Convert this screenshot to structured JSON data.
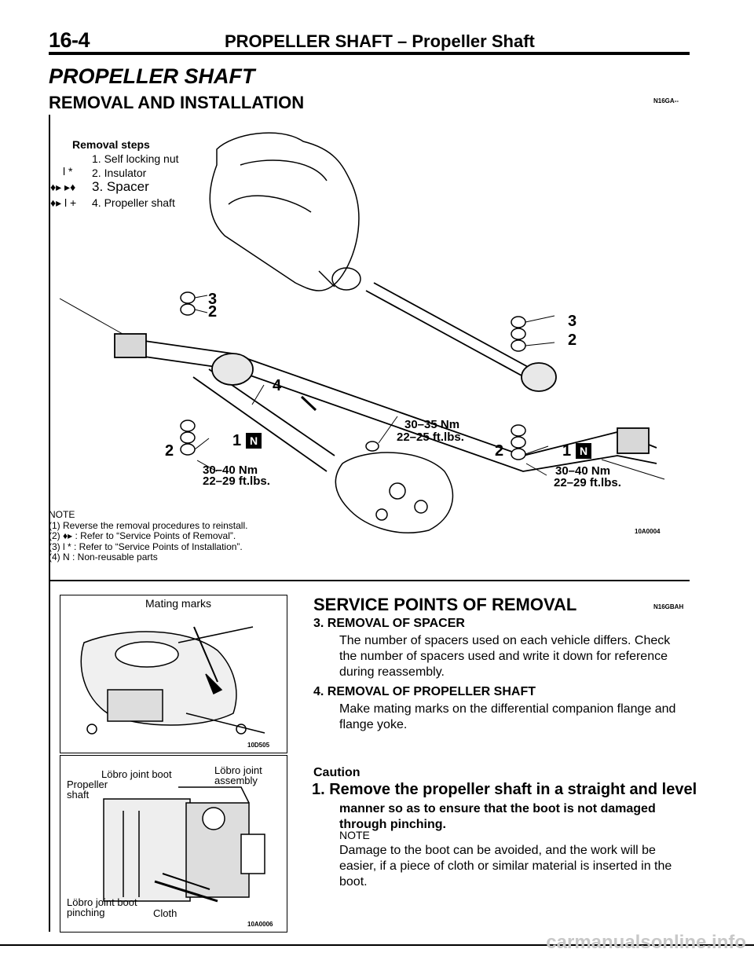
{
  "header": {
    "page_number": "16-4",
    "title": "PROPELLER SHAFT – Propeller Shaft"
  },
  "section": {
    "title": "PROPELLER SHAFT",
    "subtitle": "REMOVAL AND INSTALLATION",
    "code": "N16GA--"
  },
  "removal_steps": {
    "title": "Removal steps",
    "items": [
      {
        "marks": "",
        "label": "1. Self locking nut"
      },
      {
        "marks": "l  *",
        "label": "2. Insulator"
      },
      {
        "marks": "♦▸ ▸♦",
        "label": "3. Spacer"
      },
      {
        "marks": "♦▸  l  +",
        "label": "4. Propeller shaft"
      }
    ]
  },
  "diagram": {
    "id": "10A0004",
    "labels": {
      "n3": "3",
      "n2": "2",
      "n4": "4",
      "n1": "1",
      "torque_a": "30–35 Nm",
      "torque_a2": "22–25 ft.lbs.",
      "torque_b": "30–40 Nm",
      "torque_b2": "22–29 ft.lbs.",
      "torque_c": "30–40 Nm",
      "torque_c2": "22–29 ft.lbs.",
      "n_badge": "N"
    }
  },
  "notes": {
    "title": "NOTE",
    "lines": [
      "(1) Reverse the removal procedures to reinstall.",
      "(2) ♦▸ : Refer to “Service Points of Removal”.",
      "(3) l   * : Refer to “Service Points of Installation”.",
      "(4) N : Non-reusable parts"
    ]
  },
  "figure1": {
    "label": "Mating marks",
    "id": "10D505"
  },
  "figure2": {
    "labels": [
      "Löbro joint boot",
      "Löbro joint assembly",
      "Propeller shaft",
      "Löbro joint boot pinching",
      "Cloth"
    ],
    "id": "10A0006"
  },
  "service": {
    "title": "SERVICE POINTS OF REMOVAL",
    "code": "N16GBAH",
    "items": [
      {
        "heading": "3. REMOVAL OF SPACER",
        "body": "The number of spacers used on each vehicle differs. Check the number of spacers used and write it down for reference during reassembly."
      },
      {
        "heading": "4. REMOVAL OF PROPELLER SHAFT",
        "body": "Make mating marks on the differential companion flange and flange yoke."
      }
    ],
    "caution": "Caution",
    "caution_item_lead": "1. Remove the propeller shaft in a straight and level",
    "caution_item_rest": "manner so as to ensure that the boot is not damaged through pinching.",
    "note_title": "NOTE",
    "note_body": "Damage to the boot can be avoided, and the work will be easier, if a piece of cloth or similar material is inserted in the boot."
  },
  "footer": {
    "watermark": "carmanualsonline.info"
  }
}
